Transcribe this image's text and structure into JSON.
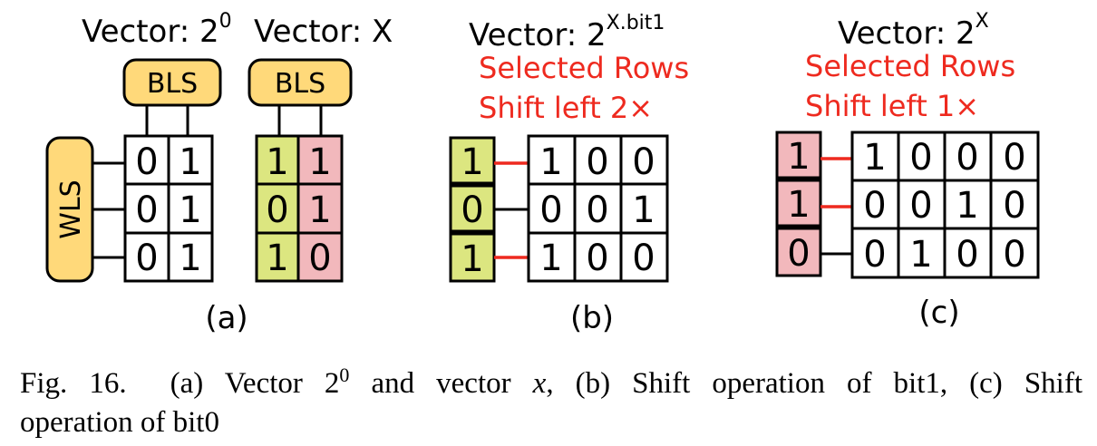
{
  "panel_a": {
    "title_left_base": "Vector: 2",
    "title_left_sup": "0",
    "title_right": "Vector: X",
    "bls_label": "BLS",
    "wls_label": "WLS",
    "grid_pow": [
      [
        "0",
        "1"
      ],
      [
        "0",
        "1"
      ],
      [
        "0",
        "1"
      ]
    ],
    "grid_x": [
      [
        "1",
        "1"
      ],
      [
        "0",
        "1"
      ],
      [
        "1",
        "0"
      ]
    ],
    "label": "(a)"
  },
  "panel_b": {
    "title_base": "Vector: 2",
    "title_sup": "X.bit1",
    "note_1": "Selected Rows",
    "note_2": "Shift left 2×",
    "selector": [
      "1",
      "0",
      "1"
    ],
    "grid": [
      [
        "1",
        "0",
        "0"
      ],
      [
        "0",
        "0",
        "1"
      ],
      [
        "1",
        "0",
        "0"
      ]
    ],
    "label": "(b)"
  },
  "panel_c": {
    "title_base": "Vector: 2",
    "title_sup": "X",
    "note_1": "Selected Rows",
    "note_2": "Shift left 1×",
    "selector": [
      "1",
      "1",
      "0"
    ],
    "grid": [
      [
        "1",
        "0",
        "0",
        "0"
      ],
      [
        "0",
        "0",
        "1",
        "0"
      ],
      [
        "0",
        "1",
        "0",
        "0"
      ]
    ],
    "label": "(c)"
  },
  "colors": {
    "bls_wls_fill": "#ffd97a",
    "green_fill": "#dce680",
    "pink_fill": "#f2b8bc",
    "highlight": "#ee2a1f"
  },
  "caption": {
    "fig_label": "Fig. 16.",
    "p1": "(a) Vector 2",
    "p1_sup": "0",
    "p2": " and vector ",
    "p2_var": "x",
    "p3": ", (b) Shift operation of bit1, (c) Shift",
    "line2": "operation of bit0"
  }
}
